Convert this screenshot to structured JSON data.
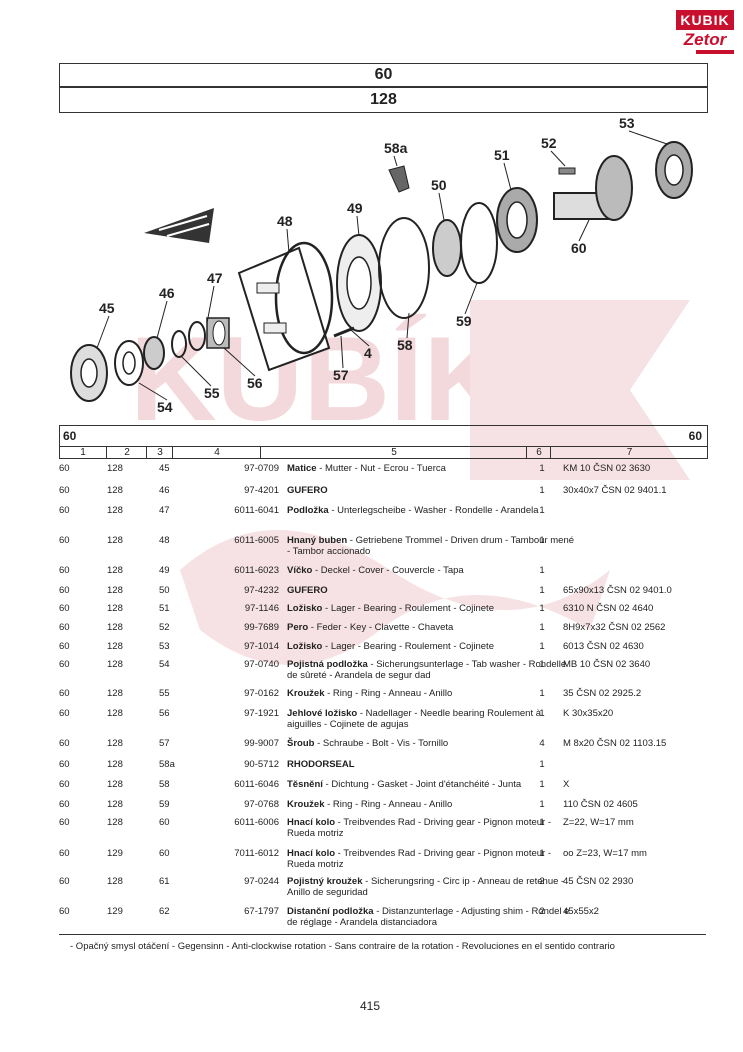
{
  "logo": {
    "brand": "KUBIK",
    "sub": "Zetor"
  },
  "header": {
    "group": "60",
    "subgroup": "128"
  },
  "diagram": {
    "callouts": [
      "45",
      "46",
      "47",
      "48",
      "49",
      "50",
      "51",
      "52",
      "53",
      "54",
      "55",
      "56",
      "57",
      "58",
      "58a",
      "59",
      "60",
      "4"
    ]
  },
  "watermark": {
    "text": "KUBÍK"
  },
  "table": {
    "code_left": "60",
    "code_right": "60",
    "column_numbers": [
      "1",
      "2",
      "3",
      "4",
      "5",
      "6",
      "7"
    ],
    "rows": [
      {
        "c1": "60",
        "c2": "128",
        "c3": "45",
        "c4": "97-0709",
        "name": "Matice",
        "rest": " - Mutter - Nut - Ecrou - Tuerca",
        "c6": "1",
        "c7": "KM 10 ČSN 02 3630"
      },
      {
        "c1": "60",
        "c2": "128",
        "c3": "46",
        "c4": "97-4201",
        "name": "GUFERO",
        "rest": "",
        "c6": "1",
        "c7": "30x40x7 ČSN 02 9401.1"
      },
      {
        "c1": "60",
        "c2": "128",
        "c3": "47",
        "c4": "6011-6041",
        "name": "Podložka",
        "rest": " - Unterlegscheibe - Washer - Rondelle - Arandela",
        "c6": "1",
        "c7": ""
      },
      {
        "c1": "60",
        "c2": "128",
        "c3": "48",
        "c4": "6011-6005",
        "name": "Hnaný buben",
        "rest": " - Getriebene Trommel - Driven drum - Tambour mené - Tambor accionado",
        "c6": "1",
        "c7": ""
      },
      {
        "c1": "60",
        "c2": "128",
        "c3": "49",
        "c4": "6011-6023",
        "name": "Víčko",
        "rest": " - Deckel - Cover - Couvercle - Tapa",
        "c6": "1",
        "c7": ""
      },
      {
        "c1": "60",
        "c2": "128",
        "c3": "50",
        "c4": "97-4232",
        "name": "GUFERO",
        "rest": "",
        "c6": "1",
        "c7": "65x90x13 ČSN 02 9401.0"
      },
      {
        "c1": "60",
        "c2": "128",
        "c3": "51",
        "c4": "97-1146",
        "name": "Ložisko",
        "rest": " - Lager - Bearing - Roulement - Cojinete",
        "c6": "1",
        "c7": "6310 N ČSN 02 4640"
      },
      {
        "c1": "60",
        "c2": "128",
        "c3": "52",
        "c4": "99-7689",
        "name": "Pero",
        "rest": " - Feder - Key - Clavette - Chaveta",
        "c6": "1",
        "c7": "8H9x7x32 ČSN 02 2562"
      },
      {
        "c1": "60",
        "c2": "128",
        "c3": "53",
        "c4": "97-1014",
        "name": "Ložisko",
        "rest": " - Lager - Bearing - Roulement - Cojinete",
        "c6": "1",
        "c7": "6013 ČSN 02 4630"
      },
      {
        "c1": "60",
        "c2": "128",
        "c3": "54",
        "c4": "97-0740",
        "name": "Pojistná podložka",
        "rest": " - Sicherungsunterlage - Tab washer - Rondelle de sûreté - Arandela de segur dad",
        "c6": "1",
        "c7": "MB 10 ČSN 02 3640"
      },
      {
        "c1": "60",
        "c2": "128",
        "c3": "55",
        "c4": "97-0162",
        "name": "Kroužek",
        "rest": " - Ring - Ring - Anneau - Anillo",
        "c6": "1",
        "c7": "35 ČSN 02 2925.2"
      },
      {
        "c1": "60",
        "c2": "128",
        "c3": "56",
        "c4": "97-1921",
        "name": "Jehlové ložisko",
        "rest": " - Nadellager - Needle bearing Roulement à aiguilles - Cojinete de agujas",
        "c6": "1",
        "c7": "K 30x35x20"
      },
      {
        "c1": "60",
        "c2": "128",
        "c3": "57",
        "c4": "99-9007",
        "name": "Šroub",
        "rest": " - Schraube - Bolt - Vis - Tornillo",
        "c6": "4",
        "c7": "M 8x20 ČSN 02 1103.15"
      },
      {
        "c1": "60",
        "c2": "128",
        "c3": "58a",
        "c4": "90-5712",
        "name": "RHODORSEAL",
        "rest": "",
        "c6": "1",
        "c7": ""
      },
      {
        "c1": "60",
        "c2": "128",
        "c3": "58",
        "c4": "6011-6046",
        "name": "Těsnění",
        "rest": " - Dichtung - Gasket - Joint d'étanchéité - Junta",
        "c6": "1",
        "c7": "X"
      },
      {
        "c1": "60",
        "c2": "128",
        "c3": "59",
        "c4": "97-0768",
        "name": "Kroužek",
        "rest": " - Ring - Ring - Anneau - Anillo",
        "c6": "1",
        "c7": "110 ČSN 02 4605"
      },
      {
        "c1": "60",
        "c2": "128",
        "c3": "60",
        "c4": "6011-6006",
        "name": "Hnací kolo",
        "rest": " - Treibvendes Rad - Driving gear - Pignon moteur - Rueda motriz",
        "c6": "1",
        "c7": "Z=22, W=17 mm"
      },
      {
        "c1": "60",
        "c2": "129",
        "c3": "60",
        "c4": "7011-6012",
        "name": "Hnací kolo",
        "rest": " - Treibvendes Rad - Driving gear - Pignon moteur - Rueda motriz",
        "c6": "1",
        "c7": "oo Z=23, W=17 mm"
      },
      {
        "c1": "60",
        "c2": "128",
        "c3": "61",
        "c4": "97-0244",
        "name": "Pojistný kroužek",
        "rest": " - Sicherungsring - Circ ip - Anneau de retenue - Anillo de seguridad",
        "c6": "2",
        "c7": "45 ČSN 02 2930"
      },
      {
        "c1": "60",
        "c2": "129",
        "c3": "62",
        "c4": "67-1797",
        "name": "Distanční podložka",
        "rest": " - Distanzunterlage - Adjusting shim - Rondel e de réglage - Arandela distanciadora",
        "c6": "2",
        "c7": "45x55x2"
      }
    ]
  },
  "footer": {
    "note": "- Opačný smysl otáčení - Gegensinn - Anti-clockwise rotation - Sans contraire de la rotation - Revoluciones en el sentido contrario"
  },
  "page_number": "415"
}
